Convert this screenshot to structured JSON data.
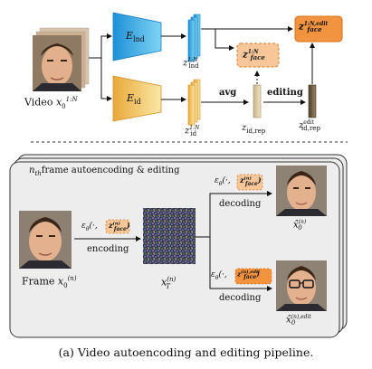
{
  "top": {
    "video_label": "Video",
    "video_var": "x₀^{1:N}",
    "enc_ind": "E_lnd",
    "enc_id": "E_id",
    "z_ind": "z_lnd^{1:N}",
    "z_id": "z_id^{1:N}",
    "avg": "avg",
    "editing": "editing",
    "z_face": "z_face^{1:N}",
    "z_face_edit": "z_face^{1:N,edit}",
    "z_id_rep": "z_id,rep",
    "z_id_rep_edit": "z_id,rep^edit"
  },
  "panel": {
    "title": "n_th frame autoencoding & editing",
    "eps_encode": "ε_θ(·, z_face^(n))",
    "encoding": "encoding",
    "frame_label": "Frame x₀^(n)",
    "xT": "x_T^(n)",
    "eps_decode1": "ε_θ(·, z_face^(n))",
    "decoding1": "decoding",
    "out1": "x̂₀^(n)",
    "eps_decode2": "ε_θ(·, z_face^(n),edit)",
    "decoding2": "decoding",
    "out2": "x̂₀^(n),edit"
  },
  "caption": "(a) Video autoencoding and editing pipeline.",
  "colors": {
    "enc_ind": "#35b4e8",
    "enc_id": "#f5c35a",
    "chip_orange": "#f29b4f",
    "dark_bar": "#6b5a45",
    "panel_bg": "#ededed"
  }
}
